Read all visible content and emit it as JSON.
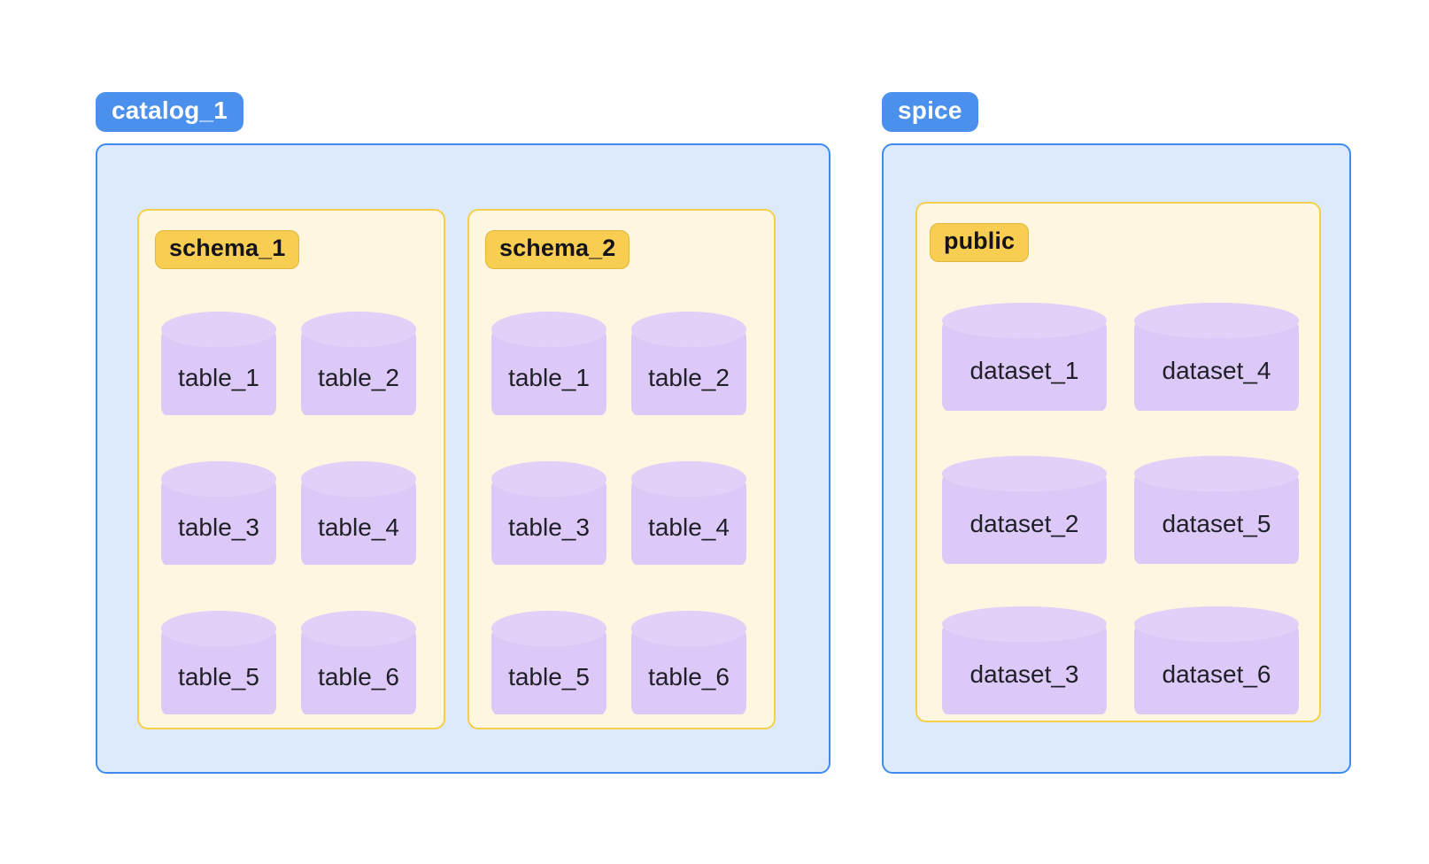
{
  "colors": {
    "catalog_badge_bg": "#4a90ec",
    "catalog_badge_text": "#ffffff",
    "catalog_panel_bg": "#dceafb",
    "catalog_panel_border": "#3d8bf2",
    "schema_badge_bg": "#f7ce52",
    "schema_badge_border": "#e0b93c",
    "schema_panel_bg": "#fdf6e0",
    "schema_panel_border": "#f5ce4a",
    "cylinder_body": "#ddc9f7",
    "cylinder_top": "#e2d0f8",
    "label_text": "#202028",
    "page_bg": "#ffffff"
  },
  "catalogs": [
    {
      "name": "catalog_1",
      "schemas": [
        {
          "name": "schema_1",
          "objects": [
            "table_1",
            "table_2",
            "table_3",
            "table_4",
            "table_5",
            "table_6"
          ]
        },
        {
          "name": "schema_2",
          "objects": [
            "table_1",
            "table_2",
            "table_3",
            "table_4",
            "table_5",
            "table_6"
          ]
        }
      ]
    },
    {
      "name": "spice",
      "schemas": [
        {
          "name": "public",
          "objects": [
            "dataset_1",
            "dataset_4",
            "dataset_2",
            "dataset_5",
            "dataset_3",
            "dataset_6"
          ]
        }
      ]
    }
  ]
}
